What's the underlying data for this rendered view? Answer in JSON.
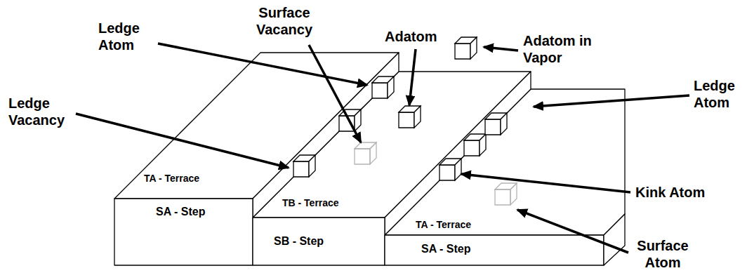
{
  "diagram": {
    "labels": [
      "Ledge Atom",
      "Surface Vacancy",
      "Adatom",
      "Adatom in Vapor",
      "Ledge Vacancy",
      "Ledge Atom",
      "Kink Atom",
      "Surface Atom",
      "TA - Terrace",
      "TB - Terrace",
      "TA - Terrace",
      "SA - Step",
      "SB - Step",
      "SA - Step"
    ]
  }
}
